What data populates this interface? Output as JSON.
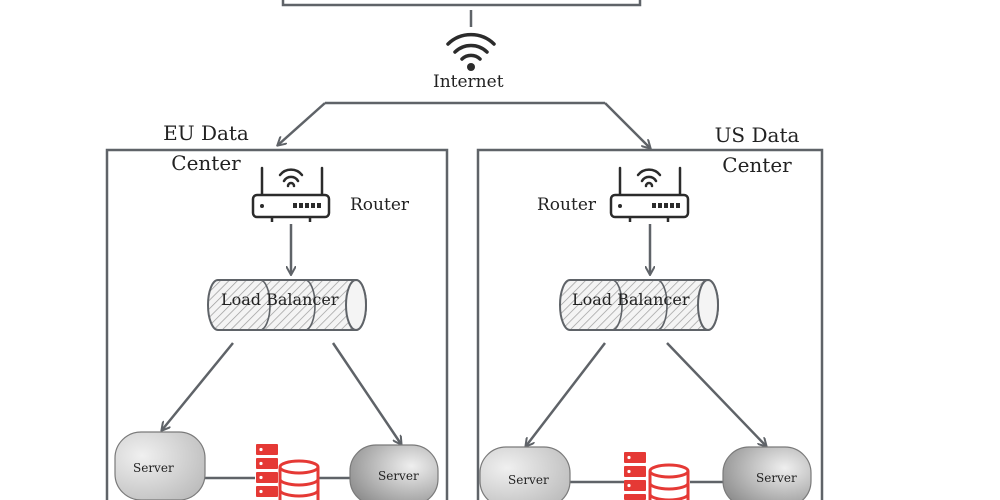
{
  "labels": {
    "internet": "Internet",
    "eu_center_line1": "EU Data",
    "eu_center_line2": "Center",
    "us_center_line1": "US Data",
    "us_center_line2": "Center",
    "router": "Router",
    "load_balancer": "Load Balancer",
    "server": "Server"
  },
  "icons": {
    "wifi": "wifi-icon",
    "router": "router-icon",
    "database": "database-server-icon"
  },
  "colors": {
    "line": "#5f6368",
    "accent_red": "#e53935",
    "server_fill": "#d9d9d9",
    "text": "#222222"
  }
}
